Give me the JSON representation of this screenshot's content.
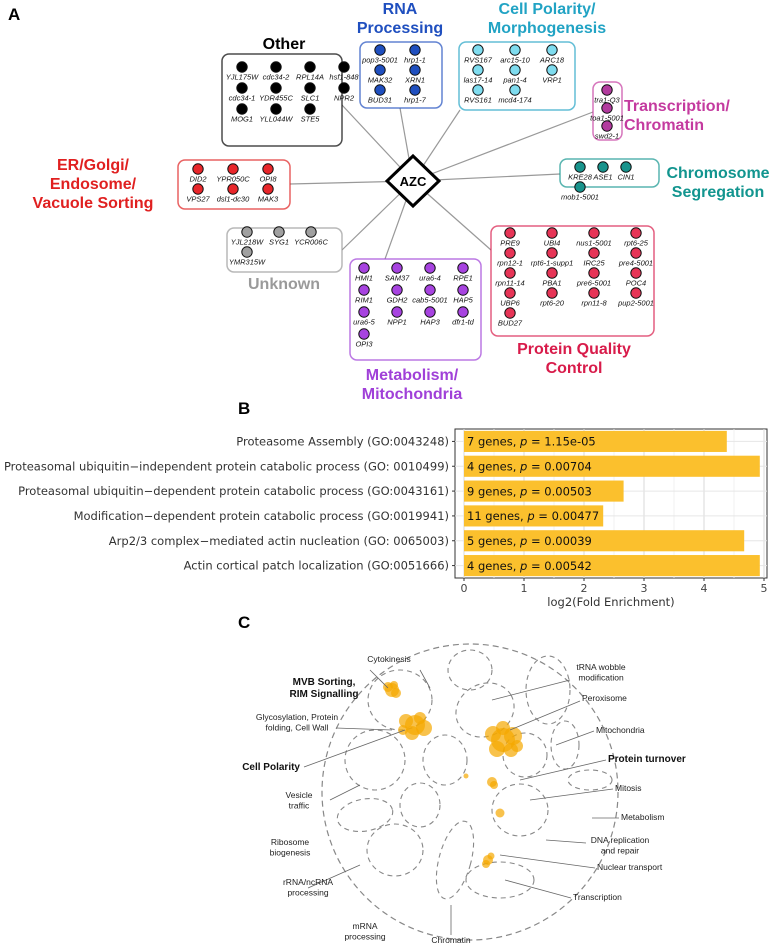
{
  "panel_labels": {
    "a": "A",
    "b": "B",
    "c": "C"
  },
  "network": {
    "hub": "AZC",
    "groups": [
      {
        "id": "other",
        "name": [
          "Other"
        ],
        "color": "#000000",
        "fill": "#000000",
        "genes": [
          "YJL175W",
          "cdc34-2",
          "RPL14A",
          "hsf1-848",
          "cdc34-1",
          "YDR455C",
          "SLC1",
          "NPR2",
          "MOG1",
          "YLL044W",
          "STE5"
        ]
      },
      {
        "id": "rna",
        "name": [
          "RNA",
          "Processing"
        ],
        "color": "#1f4fbf",
        "fill": "#1f4fbf",
        "genes": [
          "pop3-5001",
          "hrp1-1",
          "MAK32",
          "XRN1",
          "BUD31",
          "hrp1-7"
        ]
      },
      {
        "id": "polarity",
        "name": [
          "Cell Polarity/",
          "Morphogenesis"
        ],
        "color": "#21a3c4",
        "fill": "#7fdcef",
        "genes": [
          "RVS167",
          "arc15-10",
          "ARC18",
          "las17-14",
          "pan1-4",
          "VRP1",
          "RVS161",
          "mcd4-174"
        ]
      },
      {
        "id": "transcription",
        "name": [
          "Transcription/",
          "Chromatin"
        ],
        "color": "#c43a9f",
        "fill": "#b23b9e",
        "genes": [
          "tra1-Q3",
          "toa1-5001",
          "swd2-1"
        ]
      },
      {
        "id": "chromosome",
        "name": [
          "Chromosome",
          "Segregation"
        ],
        "color": "#12958f",
        "fill": "#18938c",
        "genes": [
          "KRE28",
          "ASE1",
          "CIN1",
          "mob1-5001"
        ]
      },
      {
        "id": "er",
        "name": [
          "ER/Golgi/",
          "Endosome/",
          "Vacuole Sorting"
        ],
        "color": "#e02020",
        "fill": "#e8262a",
        "genes": [
          "DID2",
          "YPR050C",
          "OPI8",
          "VPS27",
          "dsl1-dc30",
          "MAK3"
        ]
      },
      {
        "id": "unknown",
        "name": [
          "Unknown"
        ],
        "color": "#9a9a9a",
        "fill": "#a0a0a0",
        "genes": [
          "YJL218W",
          "SYG1",
          "YCR006C",
          "YMR315W"
        ]
      },
      {
        "id": "metabolism",
        "name": [
          "Metabolism/",
          "Mitochondria"
        ],
        "color": "#a040d8",
        "fill": "#a743e0",
        "genes": [
          "HMI1",
          "SAM37",
          "ura6-4",
          "RPE1",
          "RIM1",
          "GDH2",
          "cab5-5001",
          "HAP5",
          "ura6-5",
          "NPP1",
          "HAP3",
          "dfr1-td",
          "OPI3"
        ]
      },
      {
        "id": "pqc",
        "name": [
          "Protein Quality",
          "Control"
        ],
        "color": "#d81b4a",
        "fill": "#e63456",
        "genes": [
          "PRE9",
          "UBI4",
          "nus1-5001",
          "rpt6-25",
          "rpn12-1",
          "rpt6-1-supp1",
          "IRC25",
          "pre4-5001",
          "rpn11-14",
          "PBA1",
          "pre6-5001",
          "POC4",
          "UBP6",
          "rpt6-20",
          "rpn11-8",
          "pup2-5001",
          "BUD27"
        ]
      }
    ]
  },
  "chart_data": {
    "type": "bar",
    "orientation": "horizontal",
    "categories": [
      "Proteasome Assembly (GO:0043248)",
      "Proteasomal ubiquitin−independent protein catabolic process (GO: 0010499)",
      "Proteasomal ubiquitin−dependent protein catabolic process (GO:0043161)",
      "Modification−dependent protein catabolic process (GO:0019941)",
      "Arp2/3 complex−mediated actin nucleation (GO: 0065003)",
      "Actin cortical patch localization (GO:0051666)"
    ],
    "values": [
      4.38,
      4.93,
      2.66,
      2.32,
      4.67,
      4.93
    ],
    "bar_labels": [
      {
        "genes": "7 genes, ",
        "p": "p",
        "eq": " = 1.15e-05"
      },
      {
        "genes": "4 genes, ",
        "p": "p",
        "eq": " = 0.00704"
      },
      {
        "genes": "9 genes, ",
        "p": "p",
        "eq": " = 0.00503"
      },
      {
        "genes": "11 genes, ",
        "p": "p",
        "eq": " = 0.00477"
      },
      {
        "genes": "5 genes, ",
        "p": "p",
        "eq": " = 0.00039"
      },
      {
        "genes": "4 genes, ",
        "p": "p",
        "eq": " = 0.00542"
      }
    ],
    "xlabel": "log2(Fold Enrichment)",
    "ylabel": "",
    "xlim": [
      -0.15,
      5.05
    ],
    "xticks": [
      0,
      1,
      2,
      3,
      4,
      5
    ],
    "grid": true,
    "bar_color": "#fbc02d"
  },
  "map": {
    "labels": {
      "cytokinesis": "Cytokinesis",
      "mvb": [
        "MVB Sorting,",
        "RIM Signalling"
      ],
      "glyco": [
        "Glycosylation, Protein",
        "folding, Cell Wall"
      ],
      "polarity": "Cell Polarity",
      "vesicle": [
        "Vesicle",
        "traffic"
      ],
      "ribosome": [
        "Ribosome",
        "biogenesis"
      ],
      "rrna": [
        "rRNA/ncRNA",
        "processing"
      ],
      "mrna": [
        "mRNA",
        "processing"
      ],
      "chromatin": "Chromatin",
      "trna": [
        "tRNA wobble",
        "modification"
      ],
      "peroxisome": "Peroxisome",
      "mito": "Mitochondria",
      "turnover": "Protein turnover",
      "mitosis": "Mitosis",
      "metabolism": "Metabolism",
      "dna": [
        "DNA replication",
        "and repair"
      ],
      "nuclear": "Nuclear transport",
      "transcription": "Transcription"
    },
    "blob_color": "#f5a800"
  }
}
